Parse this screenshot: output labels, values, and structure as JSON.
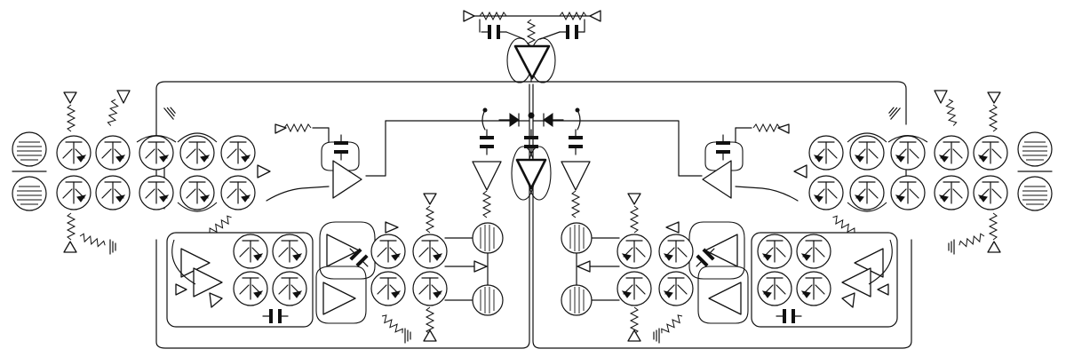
{
  "diagram": {
    "kind": "schematic circuit diagram",
    "colors": {
      "ink": "#111111",
      "paper": "#ffffff"
    },
    "symbols": [
      "transistor",
      "amplifier",
      "capacitor",
      "resistor",
      "diode",
      "vacuum-tube",
      "ground",
      "terminal"
    ],
    "layout": "mirror-symmetric"
  }
}
